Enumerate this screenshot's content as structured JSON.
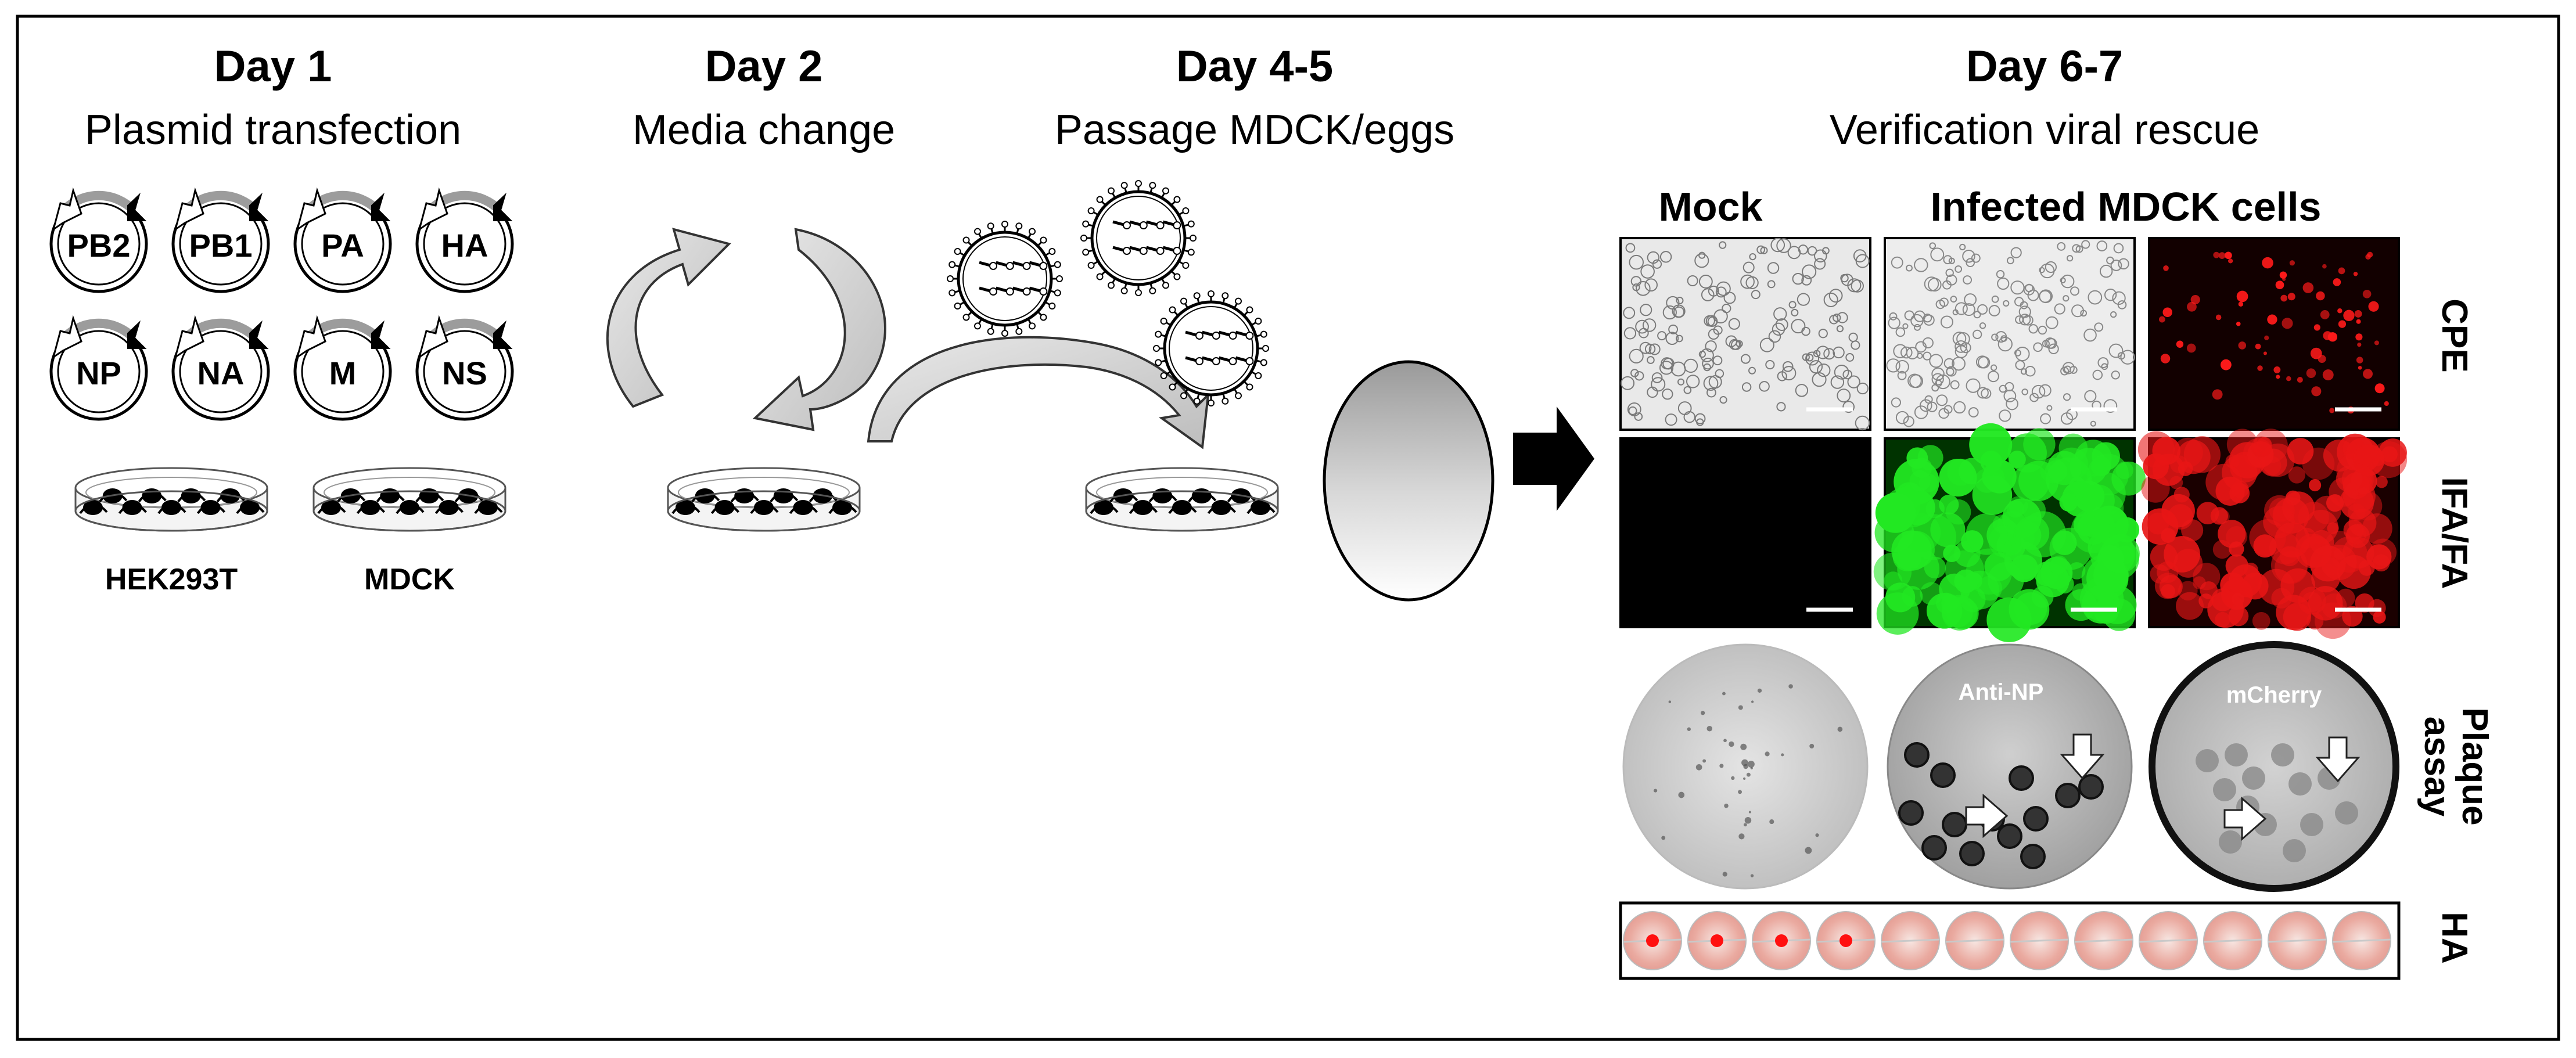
{
  "steps": [
    {
      "day": "Day 1",
      "action": "Plasmid transfection"
    },
    {
      "day": "Day 2",
      "action": "Media change"
    },
    {
      "day": "Day 4-5",
      "action": "Passage MDCK/eggs"
    },
    {
      "day": "Day 6-7",
      "action": "Verification viral rescue"
    }
  ],
  "plasmids": [
    "PB2",
    "PB1",
    "PA",
    "HA",
    "NP",
    "NA",
    "M",
    "NS"
  ],
  "cell_lines": [
    "HEK293T",
    "MDCK"
  ],
  "verification": {
    "col_mock": "Mock",
    "col_infected": "Infected MDCK cells",
    "row_cpe": "CPE",
    "row_ifa": "IFA/FA",
    "row_plaque_line1": "Plaque",
    "row_plaque_line2": "assay",
    "row_ha": "HA",
    "plaque_label_np": "Anti-NP",
    "plaque_label_mcherry": "mCherry"
  },
  "ha_assay": {
    "wells": 12,
    "button_wells": 4
  }
}
